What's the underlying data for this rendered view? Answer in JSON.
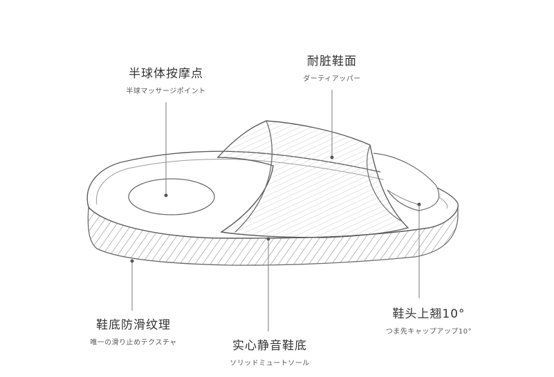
{
  "callouts": {
    "massage": {
      "title": "半球体按摩点",
      "subtitle": "半球マッサージポイント"
    },
    "upper": {
      "title": "耐脏鞋面",
      "subtitle": "ダーティアッパー"
    },
    "toe": {
      "title": "鞋头上翘10°",
      "subtitle": "つま先キャップアップ10°"
    },
    "texture": {
      "title": "鞋底防滑纹理",
      "subtitle": "唯一の滑り止めテクスチャ"
    },
    "sole": {
      "title": "实心静音鞋底",
      "subtitle": "ソリッドミュートソール"
    }
  }
}
